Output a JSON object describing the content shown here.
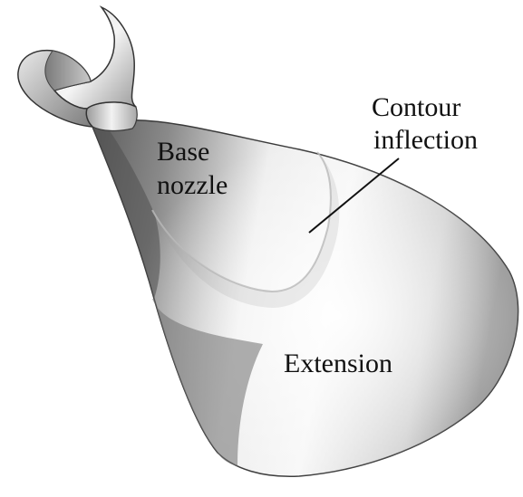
{
  "labels": {
    "base_nozzle_line1": "Base",
    "base_nozzle_line2": "nozzle",
    "contour_line1": "Contour",
    "contour_line2": "inflection",
    "extension": "Extension"
  },
  "colors": {
    "background": "#ffffff",
    "text": "#111111",
    "surface_light": "#f6f6f6",
    "surface_mid": "#c4c4c4",
    "surface_dark": "#6a6a6a",
    "edge": "#2a2a2a"
  }
}
